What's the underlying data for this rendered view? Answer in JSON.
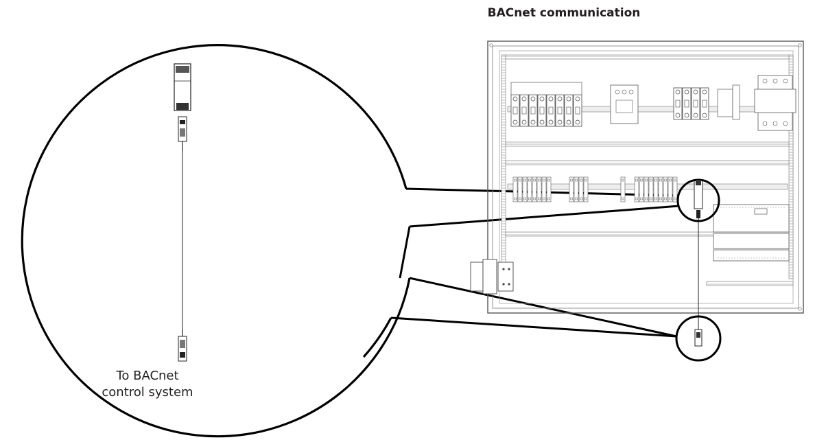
{
  "diagram": {
    "title": "BACnet communication",
    "callout_label_line1": "To BACnet",
    "callout_label_line2": "control system"
  },
  "colors": {
    "ink": "#231f20",
    "line": "#000000",
    "light": "#bcbec0"
  }
}
